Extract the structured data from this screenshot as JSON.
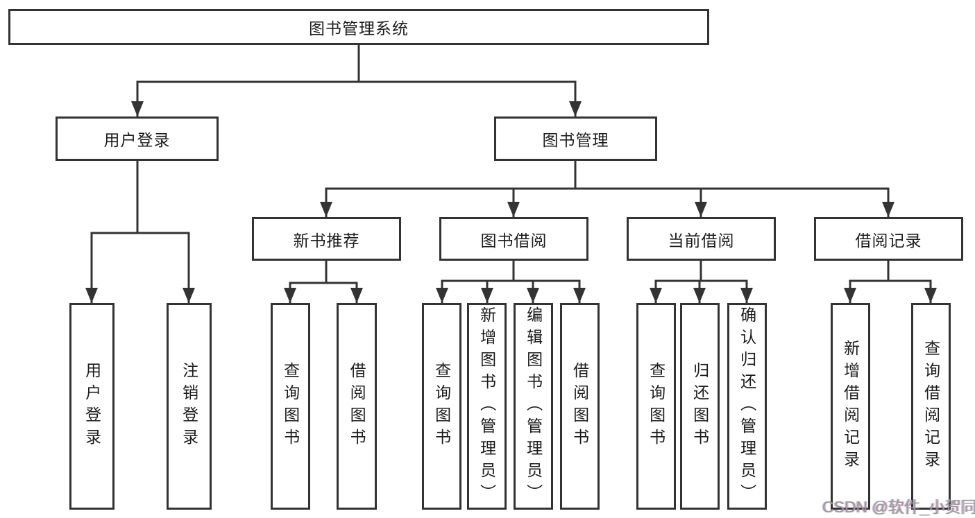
{
  "colors": {
    "line": "#333333",
    "text": "#1c1c1c",
    "background": "#ffffff",
    "watermark": "#9b9b9b"
  },
  "tree": {
    "root": {
      "label": "图书管理系统"
    },
    "branches": [
      {
        "label": "用户登录",
        "children": [
          {
            "label": "用户登录"
          },
          {
            "label": "注销登录"
          }
        ]
      },
      {
        "label": "图书管理",
        "children": [
          {
            "label": "新书推荐",
            "children": [
              {
                "label": "查询图书"
              },
              {
                "label": "借阅图书"
              }
            ]
          },
          {
            "label": "图书借阅",
            "children": [
              {
                "label": "查询图书"
              },
              {
                "label": "新增图书（管理员）"
              },
              {
                "label": "编辑图书（管理员）"
              },
              {
                "label": "借阅图书"
              }
            ]
          },
          {
            "label": "当前借阅",
            "children": [
              {
                "label": "查询图书"
              },
              {
                "label": "归还图书"
              },
              {
                "label": "确认归还（管理员）"
              }
            ]
          },
          {
            "label": "借阅记录",
            "children": [
              {
                "label": "新增借阅记录"
              },
              {
                "label": "查询借阅记录"
              }
            ]
          }
        ]
      }
    ]
  },
  "watermark": {
    "text": "CSDN @软件_小贺同学"
  }
}
